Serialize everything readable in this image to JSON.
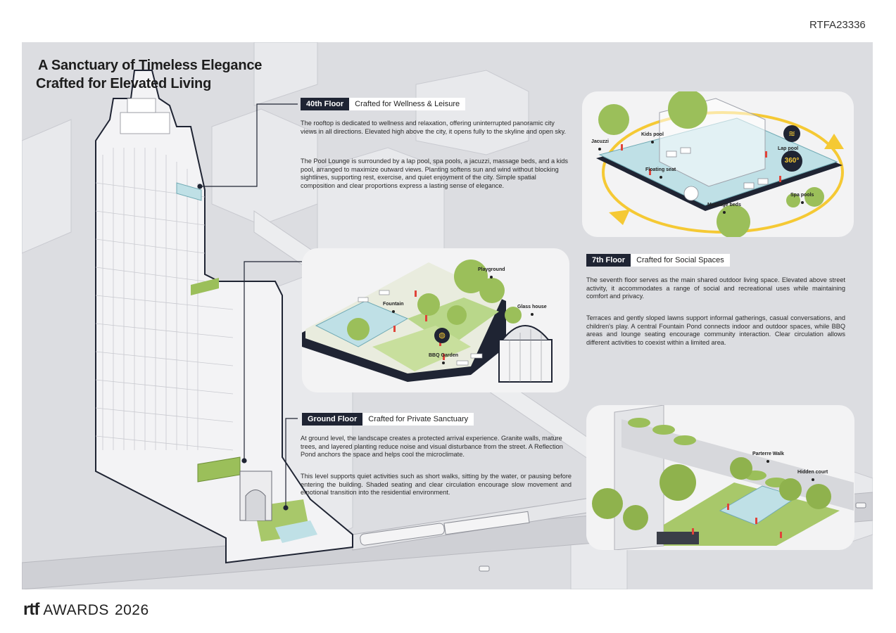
{
  "project_code": "RTFA23336",
  "title": {
    "line1": "A Sanctuary of Timeless Elegance",
    "line2": "Crafted for Elevated Living"
  },
  "floor40": {
    "tag": "40th Floor",
    "subtitle": "Crafted for Wellness & Leisure",
    "para1": "The rooftop is dedicated to wellness and relaxation, offering uninterrupted panoramic city views in all directions. Elevated high above the city, it opens fully to the skyline and open sky.",
    "para2": "The Pool Lounge is surrounded by a lap pool, spa pools, a jacuzzi, massage beds, and a kids pool, arranged to maximize outward views. Planting softens sun and wind without blocking sightlines, supporting rest, exercise, and quiet enjoyment of the city. Simple spatial composition and clear proportions express a lasting sense of elegance.",
    "callouts": {
      "jacuzzi": "Jacuzzi",
      "kids_pool": "Kids pool",
      "floating_seat": "Floating seat",
      "lap_pool": "Lap pool",
      "spa_pools": "Spa pools",
      "massage_beds": "Massage beds"
    },
    "badge_360": "360°"
  },
  "floor7": {
    "tag": "7th Floor",
    "subtitle": "Crafted for Social Spaces",
    "para1": "The seventh floor serves as the main shared outdoor living space. Elevated above street activity, it accommodates a range of social and recreational uses while maintaining comfort and privacy.",
    "para2": "Terraces and gently sloped lawns support informal gatherings, casual conversations, and children's play. A central Fountain Pond connects indoor and outdoor spaces, while BBQ areas and lounge seating encourage community interaction. Clear circulation allows different activities to coexist within a limited area.",
    "callouts": {
      "playground": "Playground",
      "fountain": "Fountain",
      "glass_house": "Glass house",
      "bbq_garden": "BBQ Garden"
    }
  },
  "ground": {
    "tag": "Ground Floor",
    "subtitle": "Crafted for Private Sanctuary",
    "para1": "At ground level, the landscape creates a protected arrival experience. Granite walls, mature trees, and layered planting reduce noise and visual disturbance from the street. A Reflection Pond anchors the space and helps cool the microclimate.",
    "para2": "This level supports quiet activities such as short walks, sitting by the water, or pausing before entering the building. Shaded seating and clear circulation encourage slow movement and emotional transition into the residential environment.",
    "callouts": {
      "parterre_walk": "Parterre Walk",
      "hidden_court": "Hidden court"
    }
  },
  "footer": {
    "mark": "rtf",
    "awards": "AWARDS",
    "year": "2026"
  },
  "colors": {
    "panel_bg": "#dcdde1",
    "tag_bg": "#1f2433",
    "accent_yellow": "#f5c934",
    "pool_blue": "#bfe0e6",
    "green": "#9bbf5a",
    "people_red": "#e0443a"
  }
}
